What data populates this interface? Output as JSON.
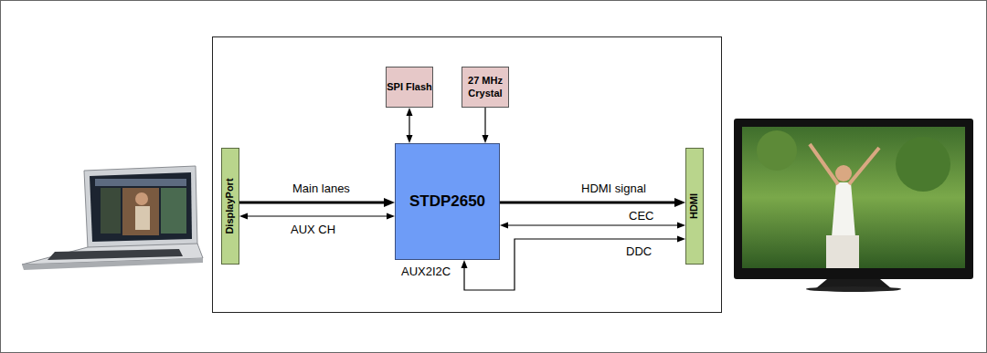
{
  "diagram": {
    "nodes": [
      {
        "text": [
          "SPI Flash"
        ]
      },
      {
        "text": [
          "27 MHz Crystal"
        ]
      },
      {
        "text": [
          "DisplayPort"
        ]
      },
      {
        "text": [
          "STDP2650"
        ]
      },
      {
        "text": [
          "HDMI"
        ]
      }
    ],
    "edges": [
      {
        "from": 2,
        "to": 3,
        "arrow": "to",
        "label": "Main lanes"
      },
      {
        "from": 2,
        "to": 3,
        "arrow": "both",
        "label": "AUX CH"
      },
      {
        "from": 0,
        "to": 3,
        "arrow": "both"
      },
      {
        "from": 1,
        "to": 3,
        "arrow": "to"
      },
      {
        "from": 3,
        "to": 4,
        "arrow": "to",
        "label": "HDMI signal"
      },
      {
        "from": 3,
        "to": 4,
        "arrow": "both",
        "label": "CEC"
      },
      {
        "from": 3,
        "to": 4,
        "arrow": "both",
        "label": "DDC"
      }
    ],
    "labels": [
      "AUX2I2C"
    ]
  }
}
